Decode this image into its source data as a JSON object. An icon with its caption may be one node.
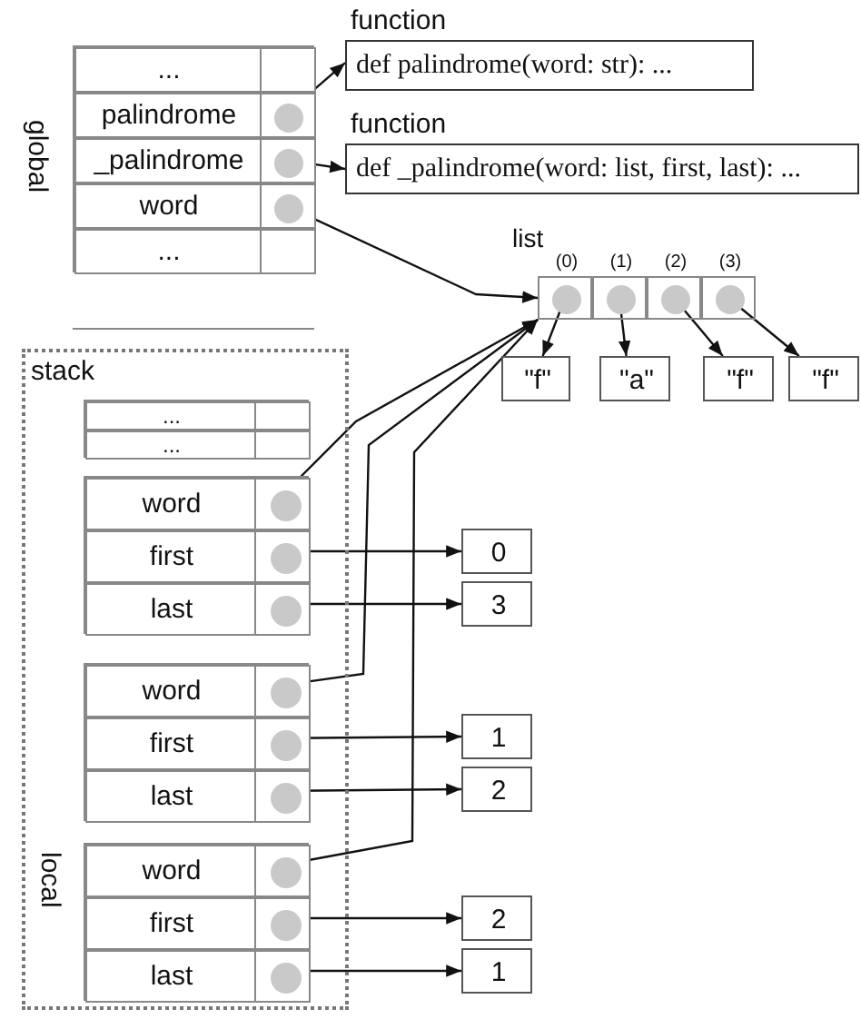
{
  "diagram": {
    "nodes": [
      {
        "text": [
          "global"
        ]
      },
      {
        "text": [
          "..."
        ],
        "in": 0
      },
      {
        "text": [
          "palindrome"
        ],
        "in": 0
      },
      {
        "text": [],
        "shape": "circle",
        "in": 2
      },
      {
        "text": [
          "_palindrome"
        ],
        "in": 0
      },
      {
        "text": [],
        "shape": "circle",
        "in": 4
      },
      {
        "text": [
          "word"
        ],
        "in": 0
      },
      {
        "text": [],
        "shape": "circle",
        "in": 6
      },
      {
        "text": [
          "..."
        ],
        "in": 0
      },
      {
        "text": [
          "function",
          "def palindrome(word: str): ..."
        ]
      },
      {
        "text": [
          "function",
          "def _palindrome(word: list, first, last): ..."
        ]
      },
      {
        "text": [
          "list"
        ]
      },
      {
        "text": [
          "(0)"
        ],
        "in": 11
      },
      {
        "text": [],
        "shape": "circle",
        "in": 12
      },
      {
        "text": [
          "(1)"
        ],
        "in": 11
      },
      {
        "text": [],
        "shape": "circle",
        "in": 14
      },
      {
        "text": [
          "(2)"
        ],
        "in": 11
      },
      {
        "text": [],
        "shape": "circle",
        "in": 16
      },
      {
        "text": [
          "(3)"
        ],
        "in": 11
      },
      {
        "text": [],
        "shape": "circle",
        "in": 18
      },
      {
        "text": [
          "\"f\""
        ]
      },
      {
        "text": [
          "\"a\""
        ]
      },
      {
        "text": [
          "\"f\""
        ]
      },
      {
        "text": [
          "\"f\""
        ]
      },
      {
        "text": [
          "stack",
          "local"
        ]
      },
      {
        "text": [],
        "shape": "box",
        "in": 24
      },
      {
        "text": [
          "..."
        ],
        "in": 25
      },
      {
        "text": [
          "..."
        ],
        "in": 25
      },
      {
        "text": [],
        "shape": "box",
        "in": 24
      },
      {
        "text": [
          "word"
        ],
        "in": 28
      },
      {
        "text": [],
        "shape": "circle",
        "in": 29
      },
      {
        "text": [
          "first"
        ],
        "in": 28
      },
      {
        "text": [],
        "shape": "circle",
        "in": 31
      },
      {
        "text": [
          "last"
        ],
        "in": 28
      },
      {
        "text": [],
        "shape": "circle",
        "in": 33
      },
      {
        "text": [],
        "shape": "box",
        "in": 24
      },
      {
        "text": [
          "word"
        ],
        "in": 35
      },
      {
        "text": [],
        "shape": "circle",
        "in": 36
      },
      {
        "text": [
          "first"
        ],
        "in": 35
      },
      {
        "text": [],
        "shape": "circle",
        "in": 38
      },
      {
        "text": [
          "last"
        ],
        "in": 35
      },
      {
        "text": [],
        "shape": "circle",
        "in": 40
      },
      {
        "text": [],
        "shape": "box",
        "in": 24
      },
      {
        "text": [
          "word"
        ],
        "in": 42
      },
      {
        "text": [],
        "shape": "circle",
        "in": 43
      },
      {
        "text": [
          "first"
        ],
        "in": 42
      },
      {
        "text": [],
        "shape": "circle",
        "in": 45
      },
      {
        "text": [
          "last"
        ],
        "in": 42
      },
      {
        "text": [],
        "shape": "circle",
        "in": 47
      },
      {
        "text": [
          "0"
        ]
      },
      {
        "text": [
          "3"
        ]
      },
      {
        "text": [
          "1"
        ]
      },
      {
        "text": [
          "2"
        ]
      },
      {
        "text": [
          "2"
        ]
      },
      {
        "text": [
          "1"
        ]
      }
    ],
    "edges": [
      {
        "from": 3,
        "to": 9,
        "arrow": "to"
      },
      {
        "from": 5,
        "to": 10,
        "arrow": "to"
      },
      {
        "from": 7,
        "to": 11,
        "arrow": "to"
      },
      {
        "from": 13,
        "to": 20,
        "arrow": "to"
      },
      {
        "from": 15,
        "to": 21,
        "arrow": "to"
      },
      {
        "from": 17,
        "to": 22,
        "arrow": "to"
      },
      {
        "from": 19,
        "to": 23,
        "arrow": "to"
      },
      {
        "from": 30,
        "to": 11,
        "arrow": "to"
      },
      {
        "from": 37,
        "to": 11,
        "arrow": "to"
      },
      {
        "from": 44,
        "to": 11,
        "arrow": "to"
      },
      {
        "from": 32,
        "to": 49,
        "arrow": "to"
      },
      {
        "from": 34,
        "to": 50,
        "arrow": "to"
      },
      {
        "from": 39,
        "to": 51,
        "arrow": "to"
      },
      {
        "from": 41,
        "to": 52,
        "arrow": "to"
      },
      {
        "from": 46,
        "to": 53,
        "arrow": "to"
      },
      {
        "from": 48,
        "to": 54,
        "arrow": "to"
      }
    ]
  }
}
